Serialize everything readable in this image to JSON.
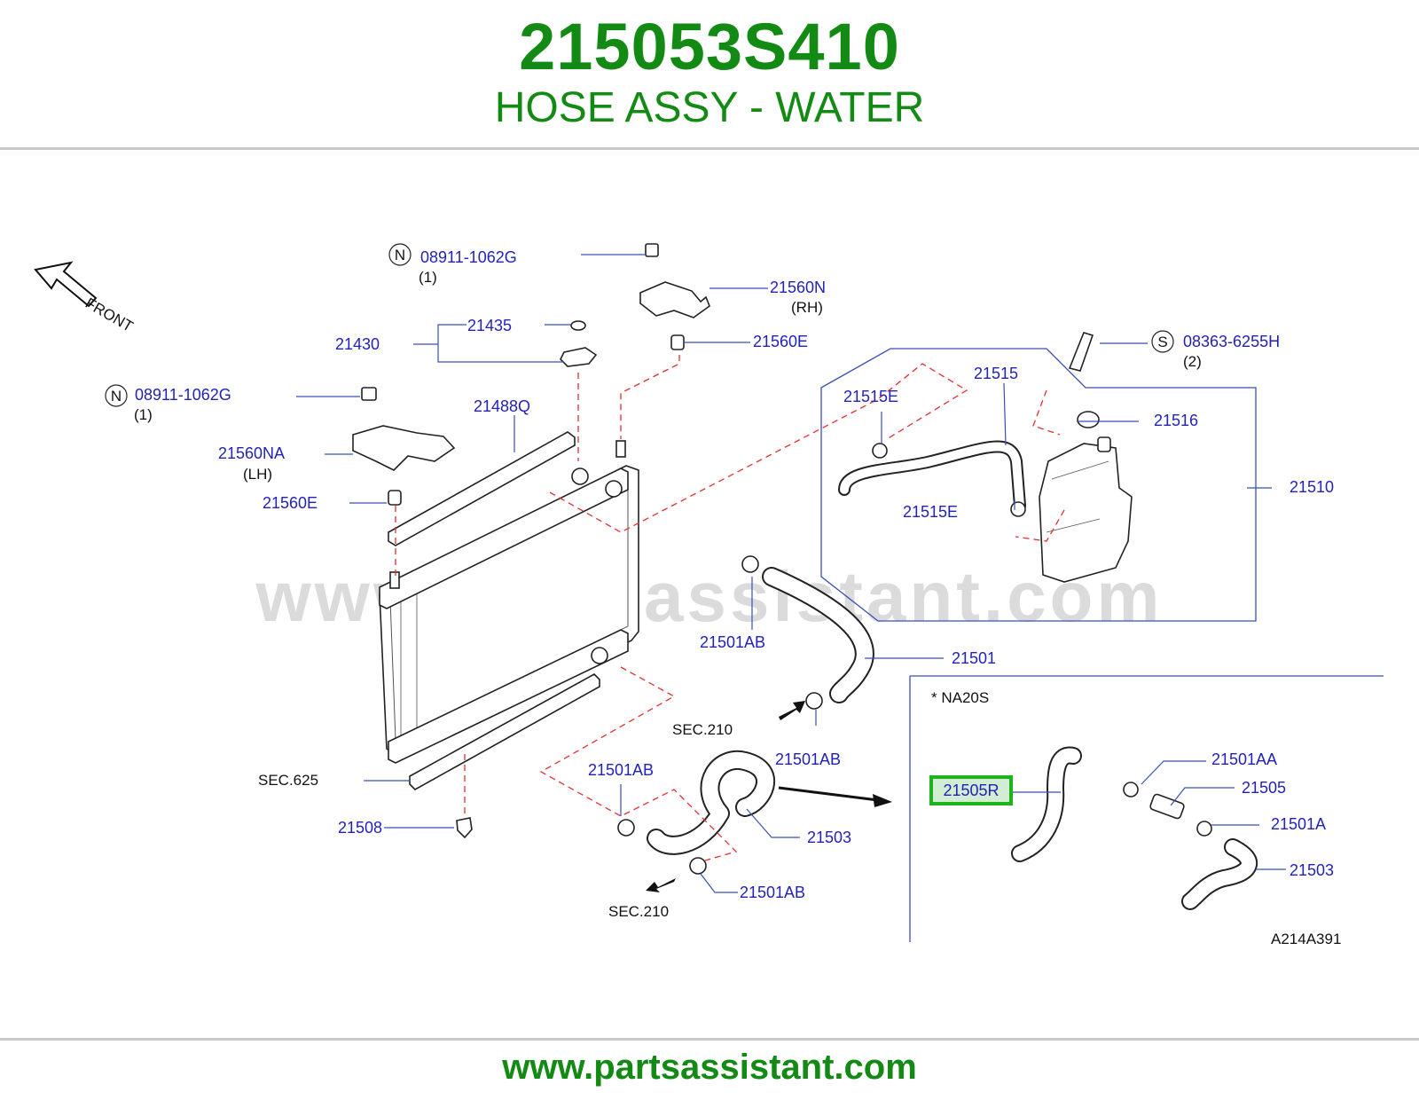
{
  "header": {
    "part_number": "215053S410",
    "part_name": "HOSE ASSY - WATER"
  },
  "footer": {
    "url": "www.partsassistant.com"
  },
  "diagram": {
    "watermark": "www.partsassistant.com",
    "front_label": "FRONT",
    "variant_note": "*  NA20S",
    "figure_code": "A214A391",
    "highlighted_part": "21505R",
    "callouts": {
      "bolt_top_rh": "08911-1062G",
      "bolt_top_rh_qty": "(1)",
      "bolt_top_rh_badge": "N",
      "bracket_rh": "21560N",
      "bracket_rh_side": "(RH)",
      "cap_seal": "21435",
      "cap_assy": "21430",
      "bushing_upper_rh": "21560E",
      "bolt_reservoir": "08363-6255H",
      "bolt_reservoir_qty": "(2)",
      "bolt_reservoir_badge": "S",
      "reservoir_hose": "21515",
      "reservoir_clamp_upper": "21515E",
      "reservoir_cap": "21516",
      "reservoir_tank": "21510",
      "reservoir_clamp_lower": "21515E",
      "bolt_top_lh": "08911-1062G",
      "bolt_top_lh_qty": "(1)",
      "bolt_top_lh_badge": "N",
      "seal_upper": "21488Q",
      "bracket_lh": "21560NA",
      "bracket_lh_side": "(LH)",
      "bushing_upper_lh": "21560E",
      "upper_hose_clamp_1": "21501AB",
      "upper_hose": "21501",
      "upper_hose_clamp_2": "21501AB",
      "sec_210_upper": "SEC.210",
      "sec_625": "SEC.625",
      "lower_hose_clamp_1": "21501AB",
      "lower_hose": "21503",
      "lower_hose_clamp_2": "21501AB",
      "sec_210_lower": "SEC.210",
      "lower_mount": "21508",
      "na20s_clamp_aa": "21501AA",
      "na20s_connector": "21505",
      "na20s_clamp_a": "21501A",
      "na20s_hose": "21503"
    }
  }
}
